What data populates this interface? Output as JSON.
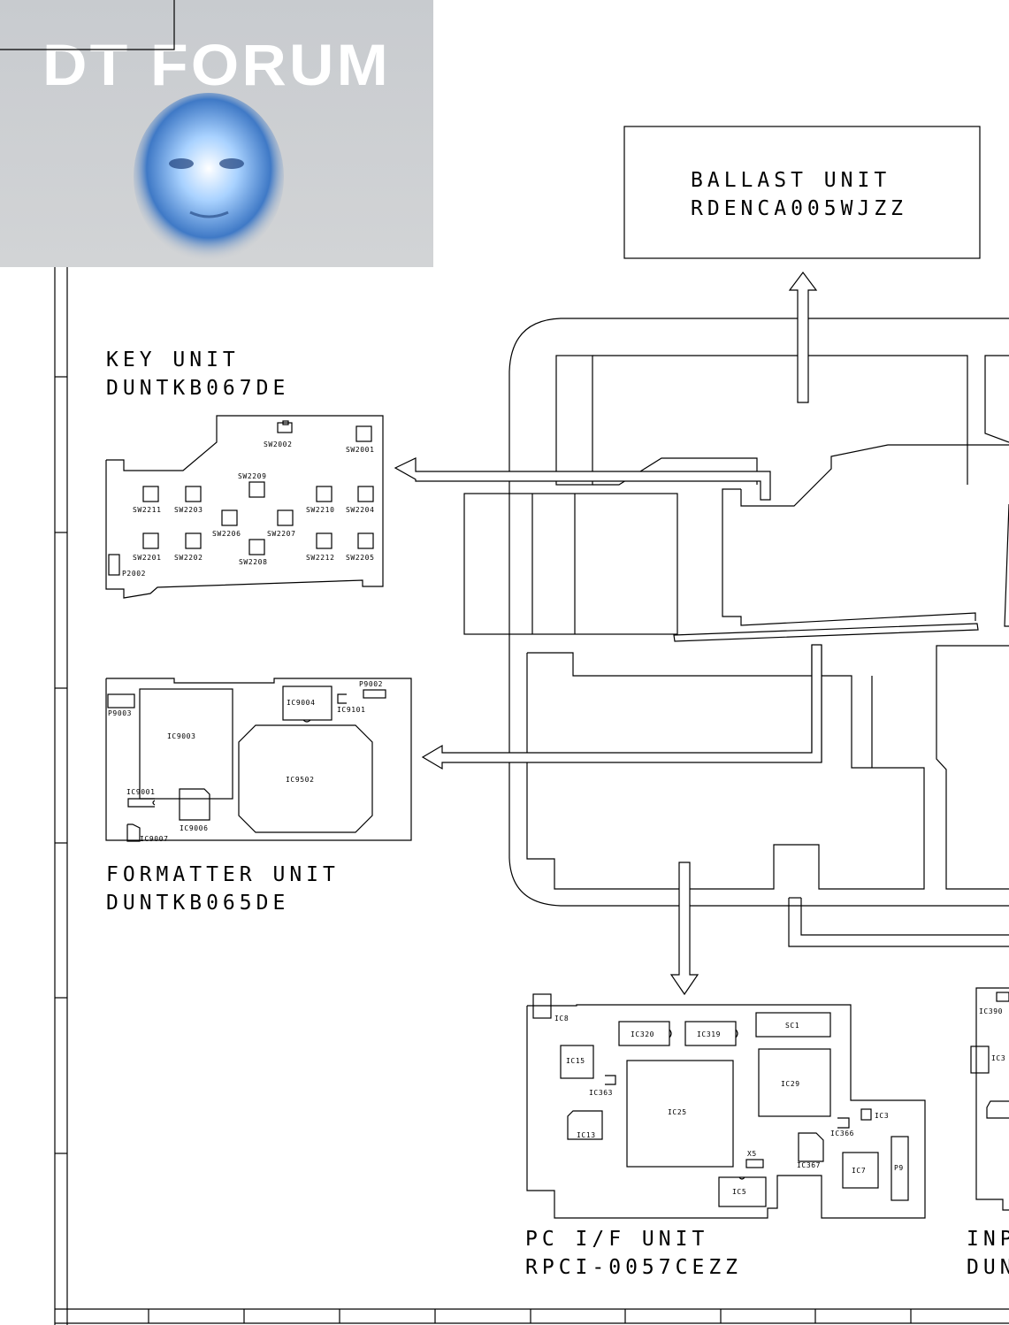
{
  "watermark": {
    "logo_text": "DT FORUM"
  },
  "ballast_unit": {
    "name": "BALLAST UNIT",
    "part": "RDENCA005WJZZ"
  },
  "key_unit": {
    "name": "KEY UNIT",
    "part": "DUNTKB067DE",
    "labels": {
      "sw2002": "SW2002",
      "sw2001": "SW2001",
      "sw2209": "SW2209",
      "sw2211": "SW2211",
      "sw2203": "SW2203",
      "sw2210": "SW2210",
      "sw2204": "SW2204",
      "sw2206": "SW2206",
      "sw2207": "SW2207",
      "sw2201": "SW2201",
      "sw2202": "SW2202",
      "sw2212": "SW2212",
      "sw2205": "SW2205",
      "sw2208": "SW2208",
      "p2002": "P2002"
    }
  },
  "formatter_unit": {
    "name": "FORMATTER UNIT",
    "part": "DUNTKB065DE",
    "labels": {
      "p9003": "P9003",
      "ic9003": "IC9003",
      "ic9004": "IC9004",
      "ic9101": "IC9101",
      "p9002": "P9002",
      "ic9502": "IC9502",
      "ic9001": "IC9001",
      "ic9006": "IC9006",
      "ic9007": "IC9007"
    }
  },
  "pc_if_unit": {
    "name": "PC I/F UNIT",
    "part": "RPCI-0057CEZZ",
    "labels": {
      "ic8": "IC8",
      "ic320": "IC320",
      "ic319": "IC319",
      "sc1": "SC1",
      "ic15": "IC15",
      "ic363": "IC363",
      "ic25": "IC25",
      "ic29": "IC29",
      "ic13": "IC13",
      "ic3": "IC3",
      "ic366": "IC366",
      "x5": "X5",
      "ic367": "IC367",
      "ic7": "IC7",
      "p9": "P9",
      "ic5": "IC5"
    }
  },
  "input_unit_partial": {
    "name": "INP",
    "part": "DUN",
    "label_a": "IC390",
    "label_b": "IC3"
  }
}
